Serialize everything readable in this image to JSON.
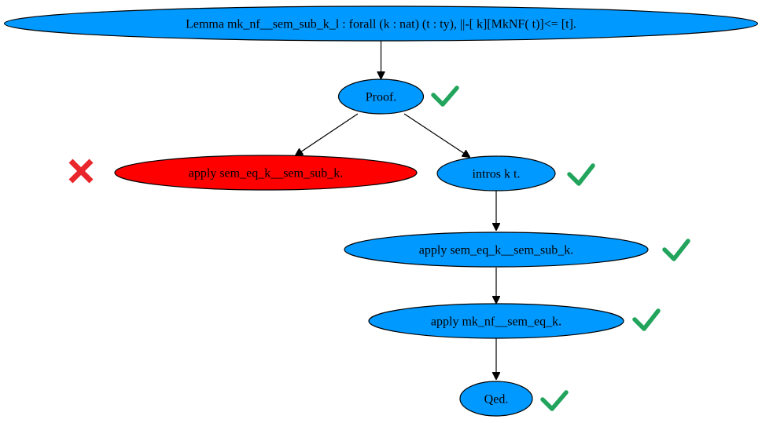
{
  "colors": {
    "node_ok": "#0099ff",
    "node_failed": "#ff0000",
    "node_stroke": "#000000",
    "check": "#22a45d",
    "cross": "#e8262b"
  },
  "nodes": {
    "lemma": {
      "label": "Lemma mk_nf__sem_sub_k_l : forall (k : nat) (t : ty), ||-[ k][MkNF( t)]<= [t].",
      "status": "ok"
    },
    "proof": {
      "label": "Proof.",
      "status": "ok",
      "mark": "check-icon"
    },
    "apply_fail": {
      "label": "apply sem_eq_k__sem_sub_k.",
      "status": "failed",
      "mark": "cross-icon"
    },
    "intros": {
      "label": "intros k t.",
      "status": "ok",
      "mark": "check-icon"
    },
    "apply_sem": {
      "label": "apply sem_eq_k__sem_sub_k.",
      "status": "ok",
      "mark": "check-icon"
    },
    "apply_mk": {
      "label": "apply mk_nf__sem_eq_k.",
      "status": "ok",
      "mark": "check-icon"
    },
    "qed": {
      "label": "Qed.",
      "status": "ok",
      "mark": "check-icon"
    }
  },
  "edges": [
    {
      "from": "lemma",
      "to": "proof"
    },
    {
      "from": "proof",
      "to": "apply_fail"
    },
    {
      "from": "proof",
      "to": "intros"
    },
    {
      "from": "intros",
      "to": "apply_sem"
    },
    {
      "from": "apply_sem",
      "to": "apply_mk"
    },
    {
      "from": "apply_mk",
      "to": "qed"
    }
  ]
}
